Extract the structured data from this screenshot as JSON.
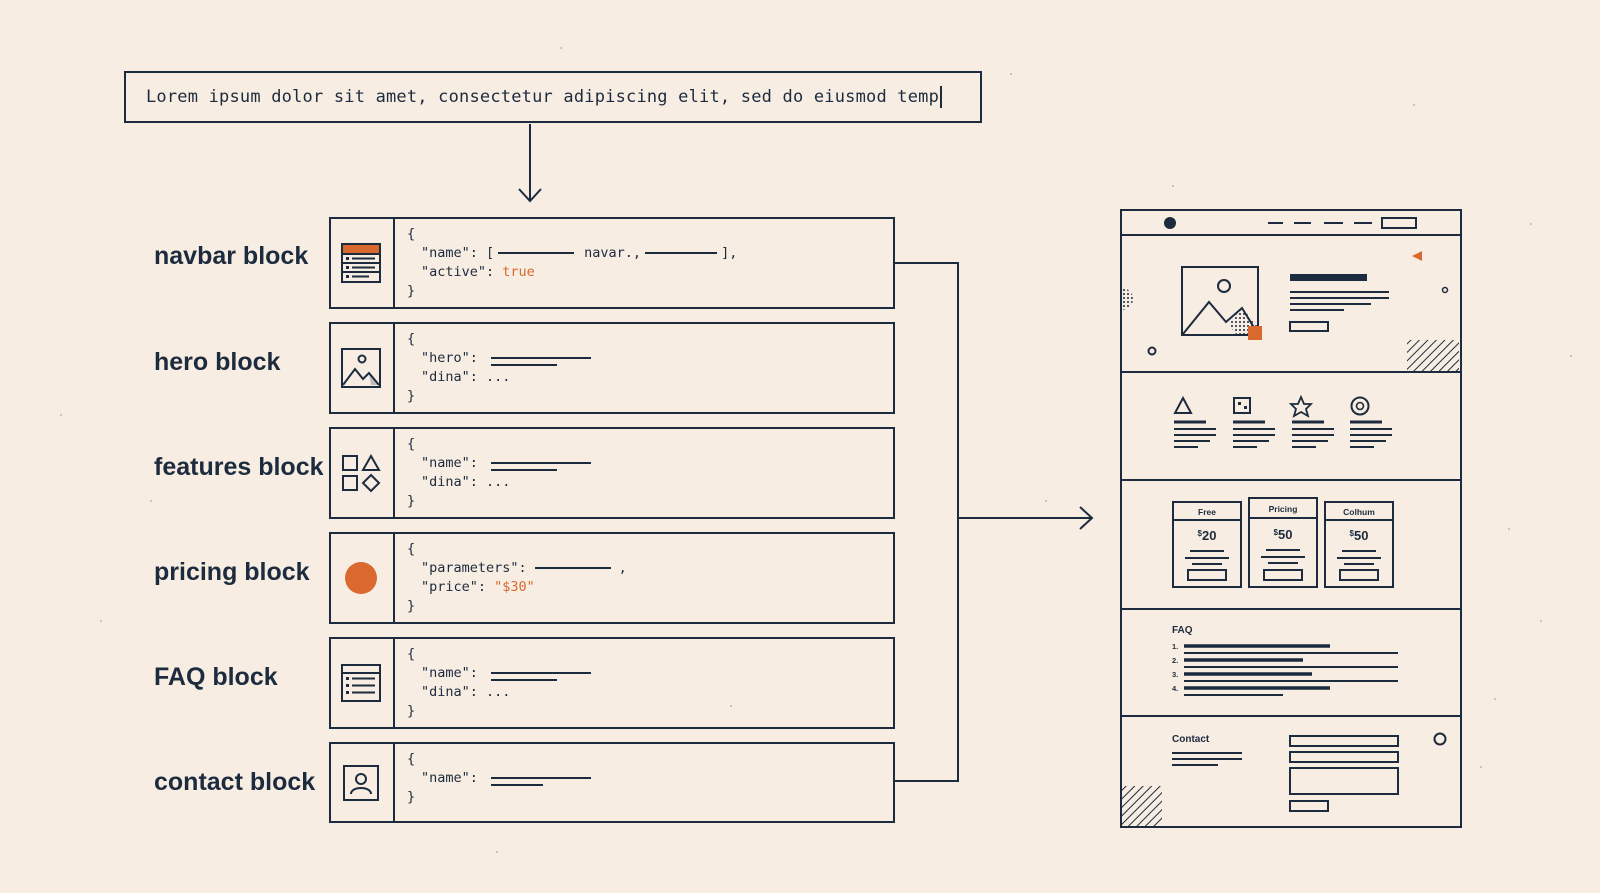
{
  "prompt": {
    "text": "Lorem ipsum dolor sit amet, consectetur adipiscing elit, sed do eiusmod temp"
  },
  "blocks": [
    {
      "label": "navbar block",
      "icon": "navbar-icon",
      "lines": {
        "open": "{",
        "k1": "\"name\": [",
        "v1": "navar.,",
        "e1": "],",
        "k2": "\"active\": ",
        "v2": "true",
        "close": "}"
      }
    },
    {
      "label": "hero block",
      "icon": "image-icon",
      "lines": {
        "open": "{",
        "k1": "\"hero\":",
        "k2": "\"dina\": ...",
        "close": "}"
      }
    },
    {
      "label": "features block",
      "icon": "shapes-icon",
      "lines": {
        "open": "{",
        "k1": "\"name\":",
        "k2": "\"dina\": ...",
        "close": "}"
      }
    },
    {
      "label": "pricing block",
      "icon": "circle-icon",
      "lines": {
        "open": "{",
        "k1": "\"parameters\":",
        "e1": ",",
        "k2": "\"price\": ",
        "v2": "\"$30\"",
        "close": "}"
      }
    },
    {
      "label": "FAQ block",
      "icon": "list-icon",
      "lines": {
        "open": "{",
        "k1": "\"name\":",
        "k2": "\"dina\": ...",
        "close": "}"
      }
    },
    {
      "label": "contact block",
      "icon": "user-icon",
      "lines": {
        "open": "{",
        "k1": "\"name\":",
        "close": "}"
      }
    }
  ],
  "wireframe": {
    "pricing": [
      {
        "name": "Free",
        "price": "20",
        "currency": "$"
      },
      {
        "name": "Pricing",
        "price": "50",
        "currency": "$"
      },
      {
        "name": "Colhum",
        "price": "50",
        "currency": "$"
      }
    ],
    "faq_title": "FAQ",
    "faq_numbers": [
      "1.",
      "2.",
      "3.",
      "4."
    ],
    "contact_title": "Contact"
  },
  "colors": {
    "ink": "#1d2b3e",
    "accent": "#d9692f",
    "paper": "#f7ede2"
  }
}
